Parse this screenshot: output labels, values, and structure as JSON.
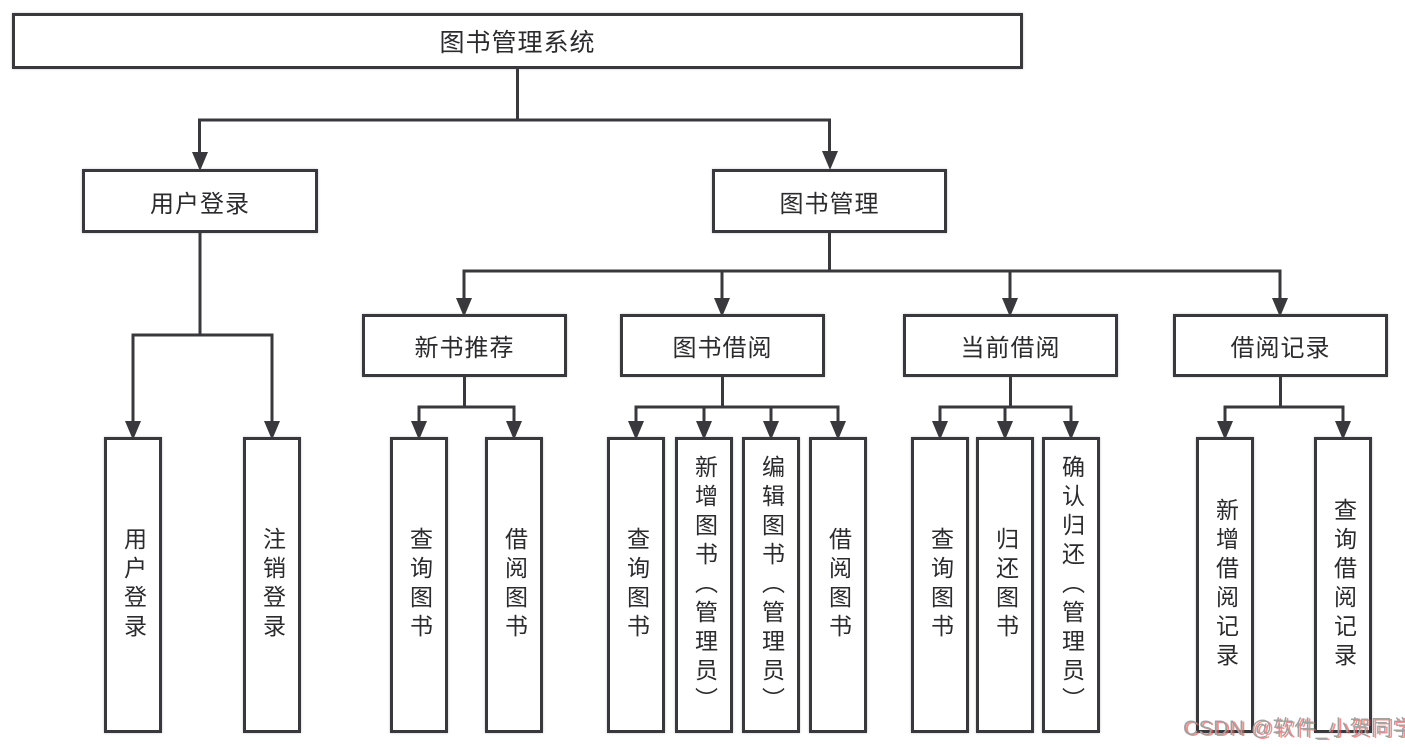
{
  "diagram": {
    "root": {
      "label": "图书管理系统"
    },
    "branches": [
      {
        "label": "用户登录",
        "children": [
          {
            "label": "用户登录"
          },
          {
            "label": "注销登录"
          }
        ]
      },
      {
        "label": "图书管理",
        "children": [
          {
            "label": "新书推荐",
            "children": [
              {
                "label": "查询图书"
              },
              {
                "label": "借阅图书"
              }
            ]
          },
          {
            "label": "图书借阅",
            "children": [
              {
                "label": "查询图书"
              },
              {
                "label": "新增图书（管理员）"
              },
              {
                "label": "编辑图书（管理员）"
              },
              {
                "label": "借阅图书"
              }
            ]
          },
          {
            "label": "当前借阅",
            "children": [
              {
                "label": "查询图书"
              },
              {
                "label": "归还图书"
              },
              {
                "label": "确认归还（管理员）"
              }
            ]
          },
          {
            "label": "借阅记录",
            "children": [
              {
                "label": "新增借阅记录"
              },
              {
                "label": "查询借阅记录"
              }
            ]
          }
        ]
      }
    ]
  },
  "watermark": {
    "text": "CSDN @软件_小贺同学"
  },
  "colors": {
    "line": "#39393d",
    "text": "#2b2b2e",
    "background": "#ffffff",
    "watermark_text": "#a0a0a0",
    "watermark_accent": "#e95451"
  }
}
